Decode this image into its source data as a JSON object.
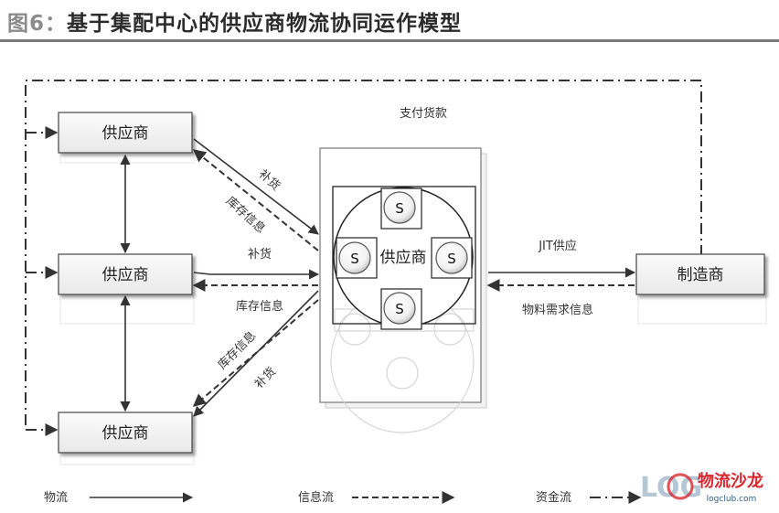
{
  "title": {
    "figure_label": "图6：",
    "text": "基于集配中心的供应商物流协同运作模型"
  },
  "nodes": {
    "supplier_top": "供应商",
    "supplier_mid": "供应商",
    "supplier_bottom": "供应商",
    "hub": "供应商",
    "manufacturer": "制造商",
    "s_top": "S",
    "s_left": "S",
    "s_right": "S",
    "s_bottom": "S"
  },
  "edge_labels": {
    "payment": "支付货款",
    "top_replenish": "补货",
    "top_inventory": "库存信息",
    "mid_replenish": "补货",
    "mid_inventory": "库存信息",
    "bottom_inventory": "库存信息",
    "bottom_replenish": "补货",
    "jit": "JIT供应",
    "material_demand": "物料需求信息"
  },
  "legend": {
    "material_flow": "物流",
    "info_flow": "信息流",
    "capital_flow": "资金流"
  },
  "logo": {
    "mark": "LOG",
    "name": "物流沙龙",
    "sub": "logclub.com",
    "accent": "#d7262d"
  }
}
